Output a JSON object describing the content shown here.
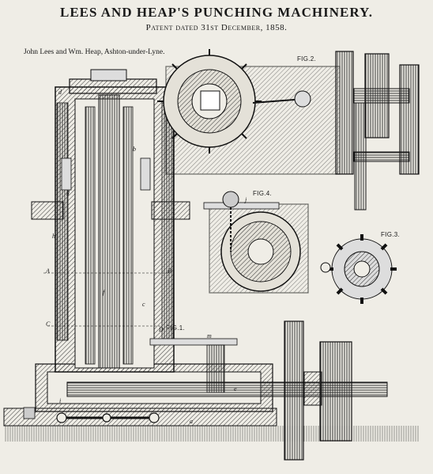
{
  "header": {
    "title": "LEES AND HEAP'S PUNCHING MACHINERY.",
    "subtitle": "Patent dated 31st December, 1858.",
    "credit": "John Lees and Wm. Heap, Ashton-under-Lyne."
  },
  "figures": {
    "fig1": "FIG.1.",
    "fig2": "FIG.2.",
    "fig3": "FIG.3.",
    "fig4": "FIG.4."
  },
  "reference_letters": {
    "a": "a",
    "b": "b",
    "c": "c",
    "d": "d",
    "e": "e",
    "f": "f",
    "g": "g",
    "h": "h",
    "i": "i",
    "j": "j",
    "m": "m",
    "A": "A",
    "B": "B",
    "C": "C",
    "D": "D"
  }
}
